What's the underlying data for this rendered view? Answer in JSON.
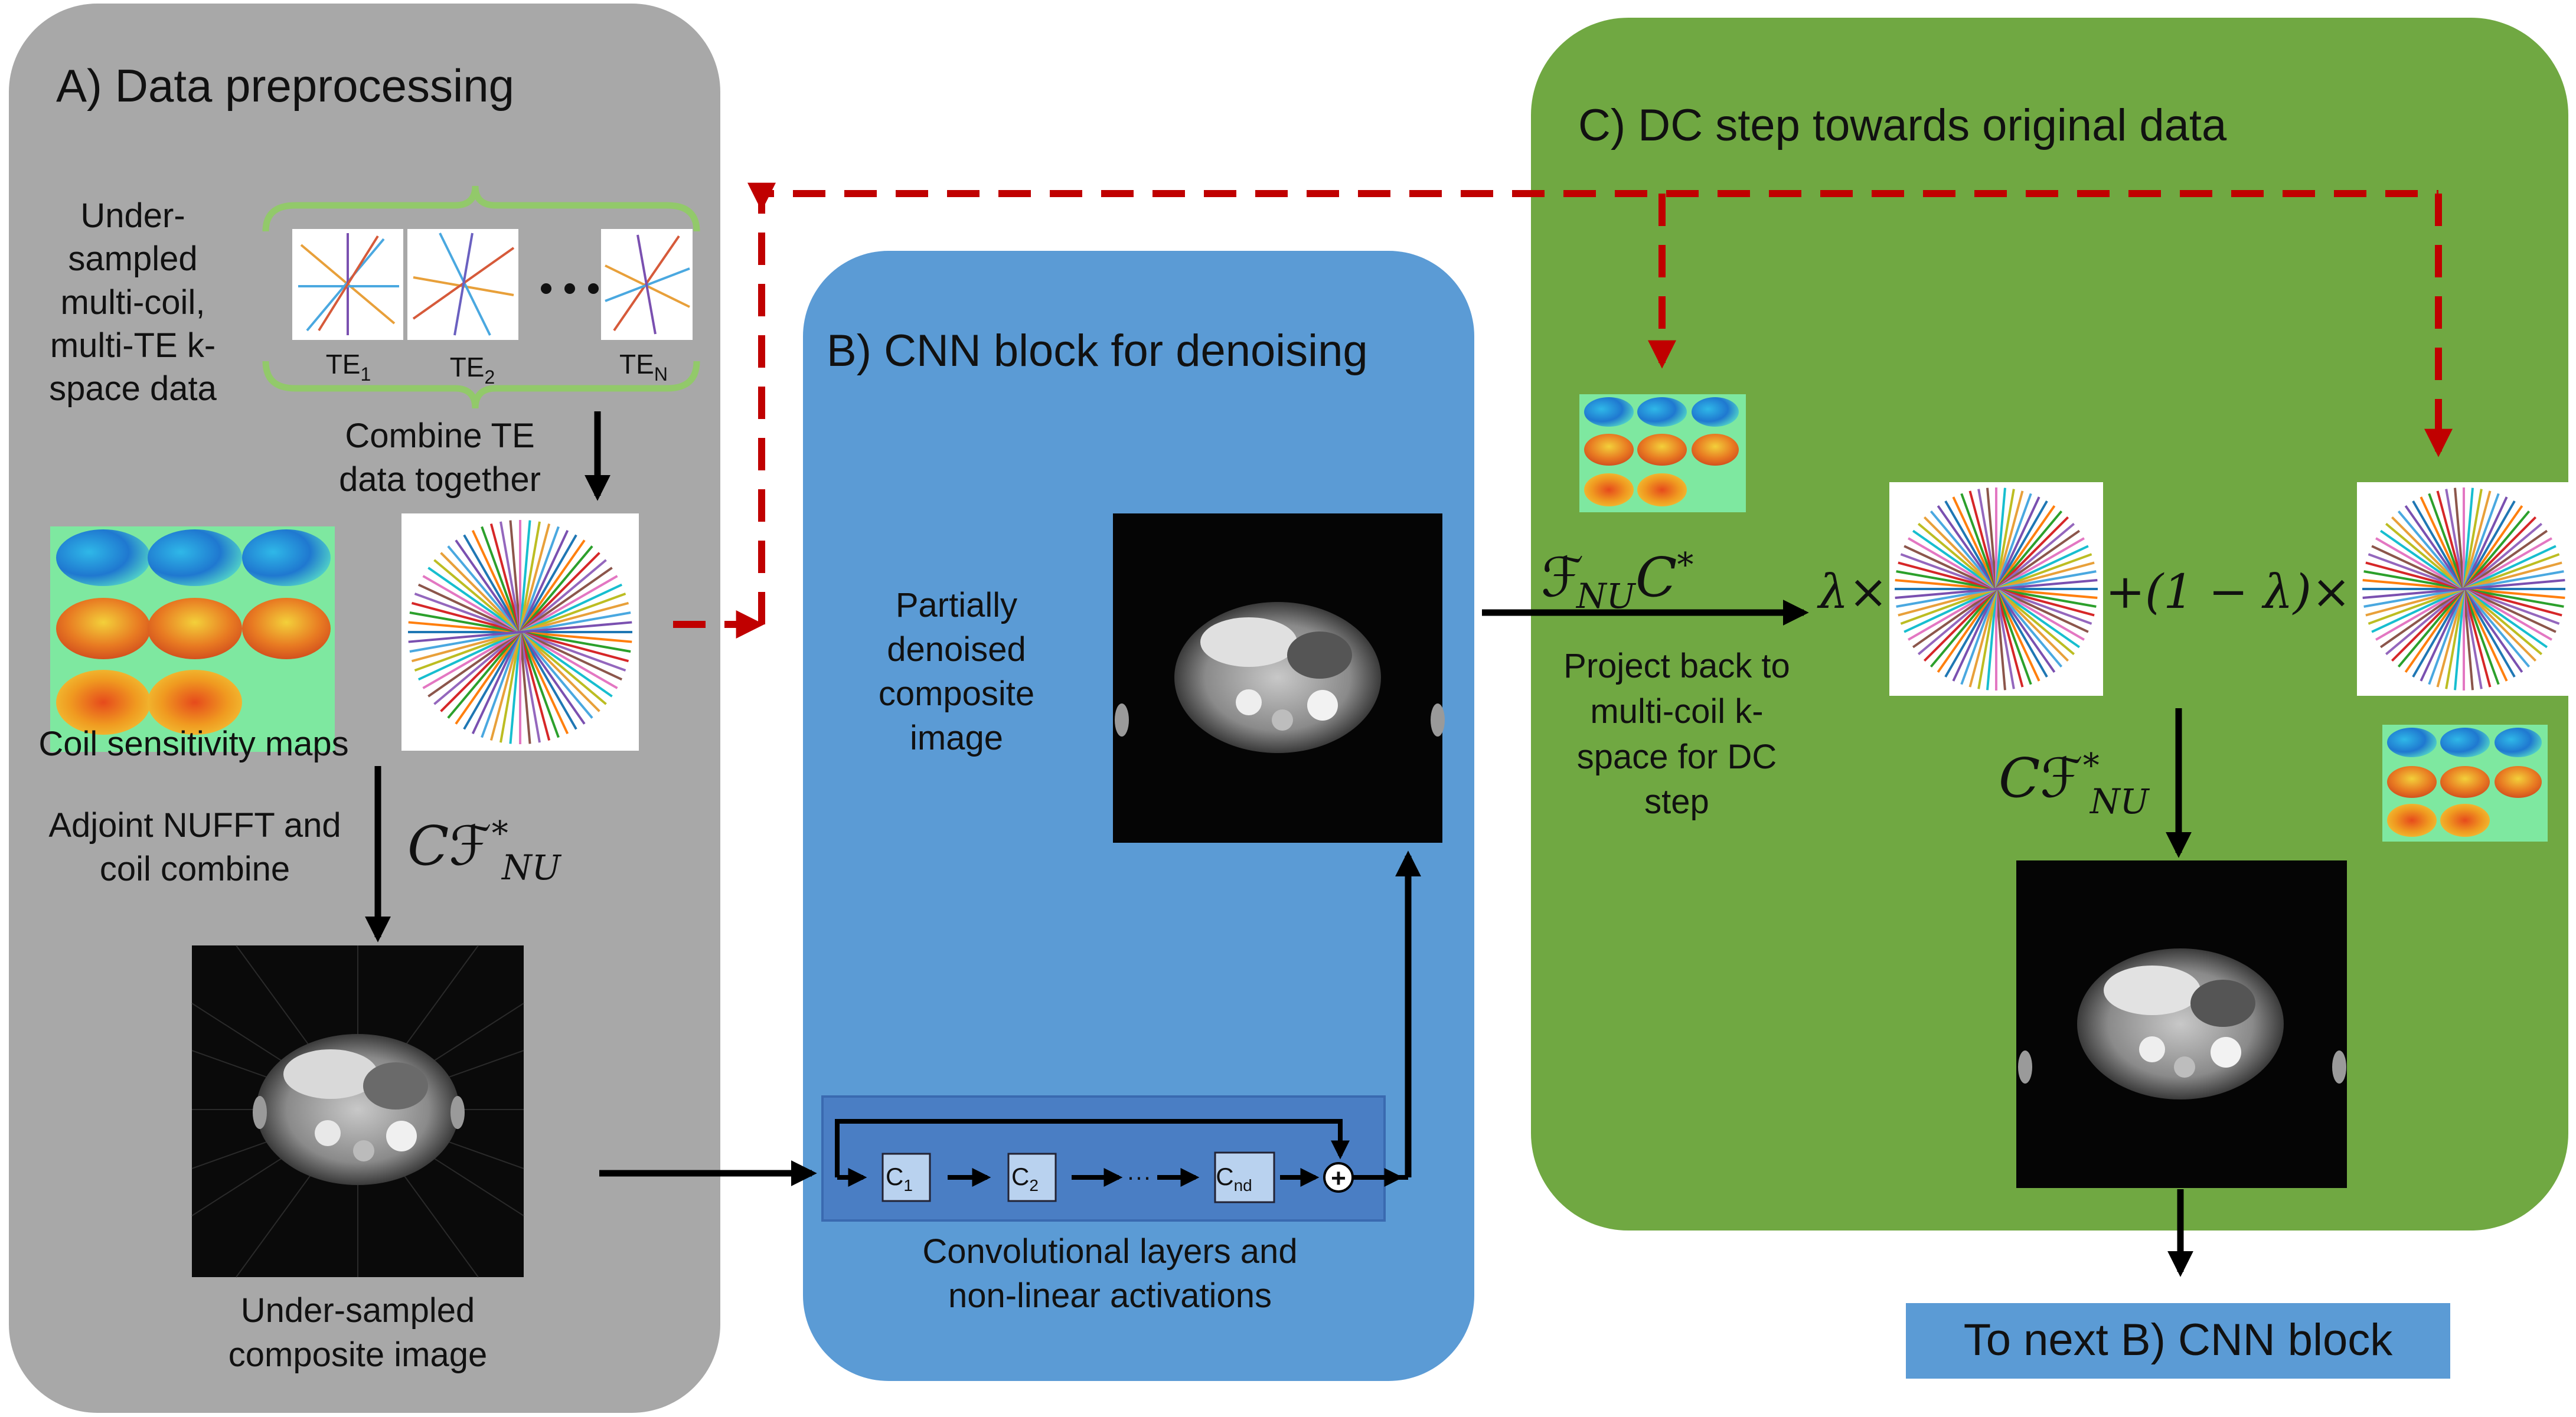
{
  "panels": {
    "a": {
      "title": "A) Data preprocessing",
      "kspace_label": [
        "Under-",
        "sampled",
        "multi-coil,",
        "multi-TE k-",
        "space data"
      ],
      "te_labels": [
        {
          "base": "TE",
          "sub": "1"
        },
        {
          "base": "TE",
          "sub": "2"
        },
        {
          "base": "TE",
          "sub": "N"
        }
      ],
      "ellipsis": "• • •",
      "combine_label": [
        "Combine TE",
        "data together"
      ],
      "coil_maps_label": "Coil sensitivity maps",
      "adjoint_label": [
        "Adjoint NUFFT and",
        "coil combine"
      ],
      "operator": {
        "c": "C",
        "f": "ℱ",
        "sub": "NU",
        "sup": "*"
      },
      "composite_label": [
        "Under-sampled",
        "composite image"
      ]
    },
    "b": {
      "title": "B) CNN block for denoising",
      "partial_label": [
        "Partially",
        "denoised",
        "composite",
        "image"
      ],
      "layers": [
        {
          "base": "C",
          "sub": "1"
        },
        {
          "base": "C",
          "sub": "2"
        },
        {
          "base": "C",
          "sub": "nd"
        }
      ],
      "dots": "···",
      "plus": "+",
      "conv_label": [
        "Convolutional layers and",
        "non-linear activations"
      ]
    },
    "c": {
      "title": "C) DC step towards original data",
      "forward_operator": {
        "f": "ℱ",
        "sub": "NU",
        "c": "C",
        "sup": "*"
      },
      "project_label": [
        "Project back to",
        "multi-coil k-",
        "space for DC",
        "step"
      ],
      "lambda_term": "λ×",
      "one_minus_term": "+(1 − λ)×",
      "adjoint_operator": {
        "c": "C",
        "f": "ℱ",
        "sub": "NU",
        "sup": "*"
      }
    },
    "next": {
      "label": "To next B) CNN block"
    }
  },
  "colors": {
    "panel_a": "#a8a8a8",
    "panel_b": "#5b9bd5",
    "panel_c": "#70a842",
    "next_box": "#5b9bd5",
    "cnn_strip": "#4a7ec4",
    "brace": "#92c96a",
    "dashed_arrow": "#c00000",
    "arrow": "#000000"
  }
}
